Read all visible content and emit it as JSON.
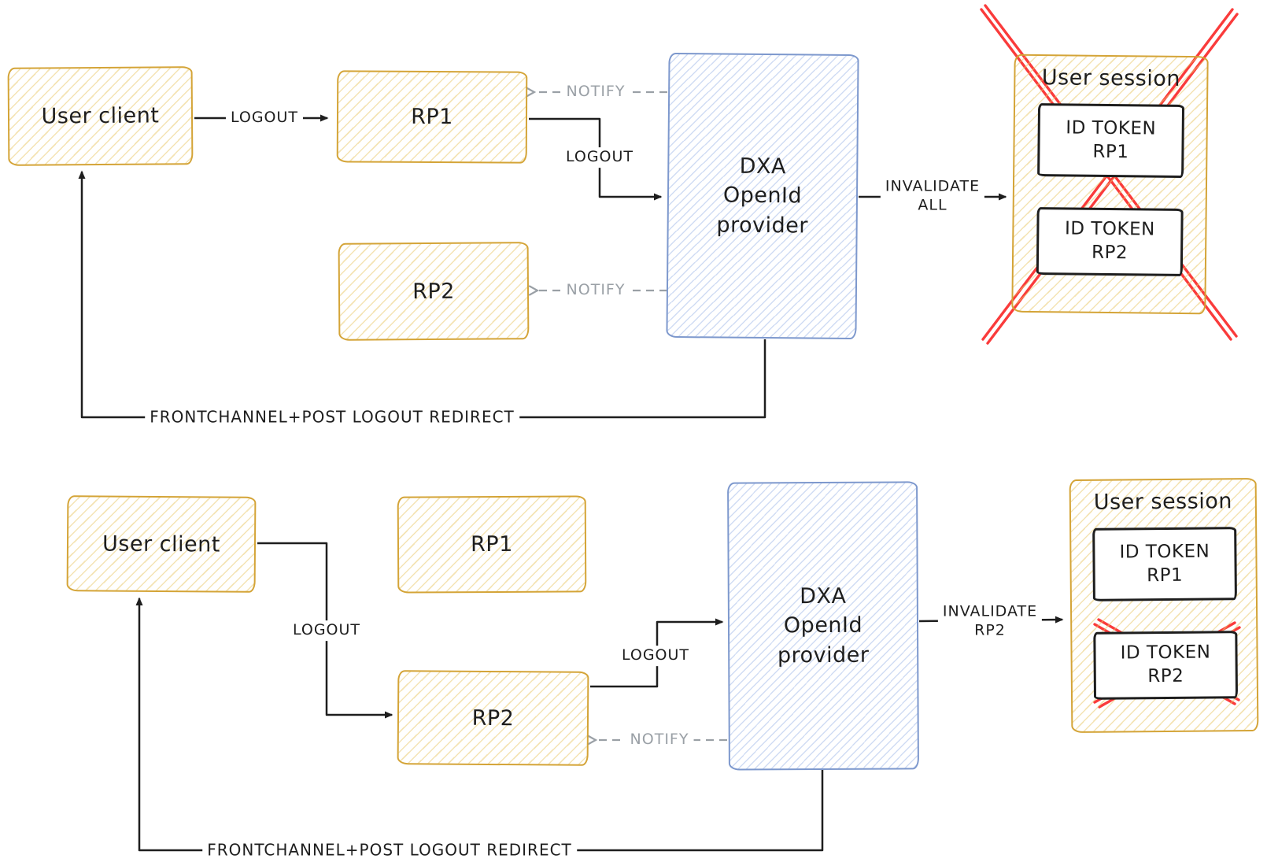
{
  "diagram": {
    "colors": {
      "shape_yellow_stroke": "#d4a437",
      "shape_blue_stroke": "#7d98cd",
      "invalid_red": "#fa3b3b",
      "notify_gray": "#9aa0a6",
      "ink": "#1e1e1e"
    },
    "top": {
      "user_client": "User client",
      "rp1": "RP1",
      "rp2": "RP2",
      "provider": [
        "DXA",
        "OpenId",
        "provider"
      ],
      "session_title": "User session",
      "token_rp1": [
        "ID TOKEN",
        "RP1"
      ],
      "token_rp2": [
        "ID TOKEN",
        "RP2"
      ],
      "label_logout_client": "LOGOUT",
      "label_notify_rp1": "NOTIFY",
      "label_logout_rp1": "LOGOUT",
      "label_notify_rp2": "NOTIFY",
      "label_invalidate_line1": "INVALIDATE",
      "label_invalidate_line2": "ALL",
      "label_redirect": "FRONTCHANNEL+POST LOGOUT REDIRECT"
    },
    "bottom": {
      "user_client": "User client",
      "rp1": "RP1",
      "rp2": "RP2",
      "provider": [
        "DXA",
        "OpenId",
        "provider"
      ],
      "session_title": "User session",
      "token_rp1": [
        "ID TOKEN",
        "RP1"
      ],
      "token_rp2": [
        "ID TOKEN",
        "RP2"
      ],
      "label_logout_client": "LOGOUT",
      "label_logout_rp2": "LOGOUT",
      "label_notify_rp2": "NOTIFY",
      "label_invalidate_line1": "INVALIDATE",
      "label_invalidate_line2": "RP2",
      "label_redirect": "FRONTCHANNEL+POST LOGOUT REDIRECT"
    }
  }
}
